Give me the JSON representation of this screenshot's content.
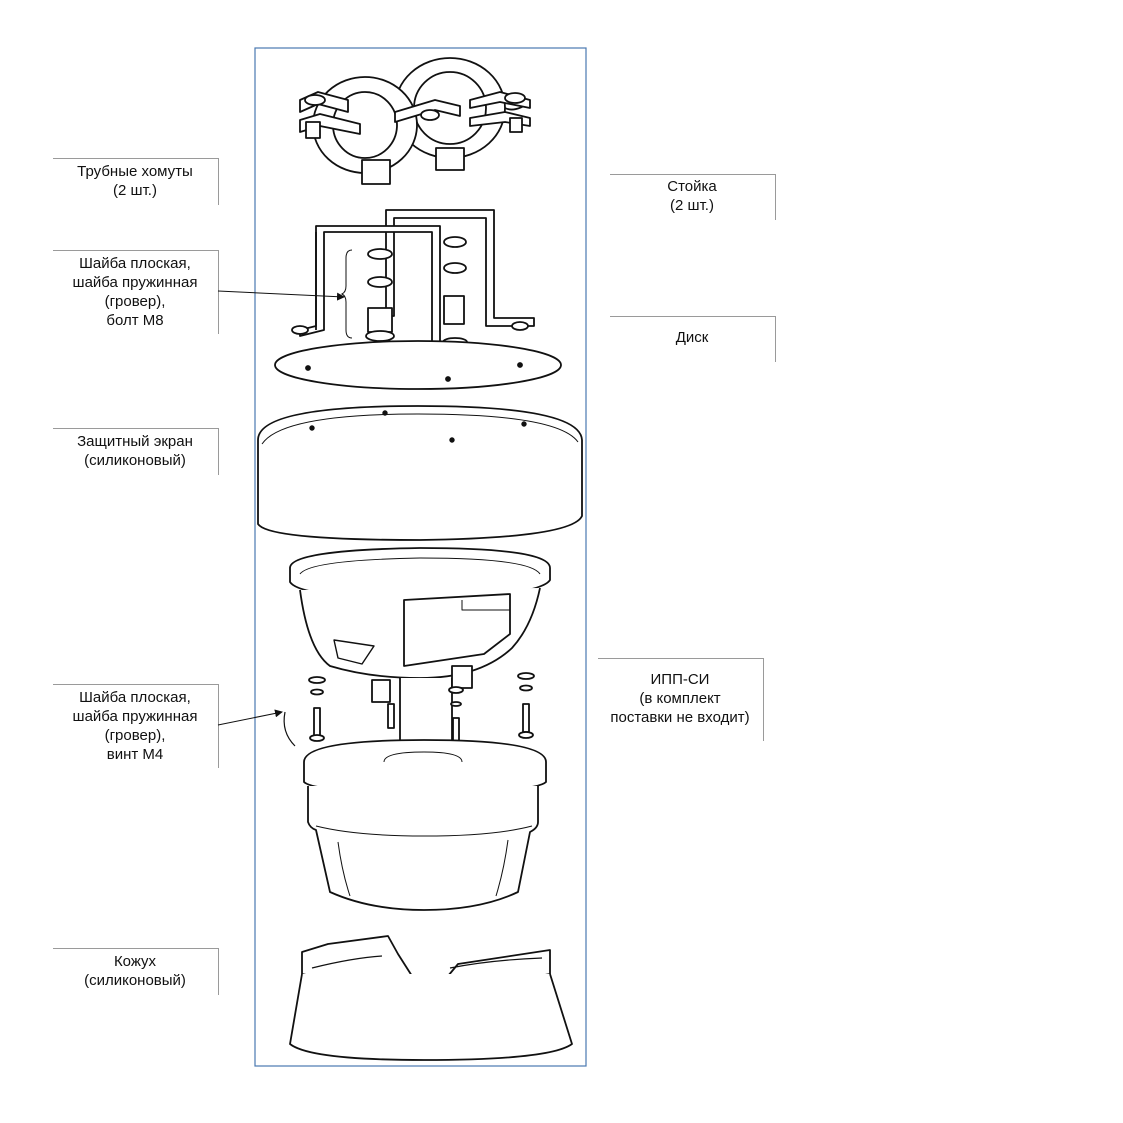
{
  "labels": {
    "pipe_clamps": {
      "line1": "Трубные хомуты",
      "line2": "(2 шт.)"
    },
    "washer_bolt": {
      "line1": "Шайба плоская,",
      "line2": "шайба пружинная",
      "line3": "(гровер),",
      "line4": "болт М8"
    },
    "shield": {
      "line1": "Защитный экран",
      "line2": "(силиконовый)"
    },
    "washer_screw": {
      "line1": "Шайба плоская,",
      "line2": "шайба пружинная",
      "line3": "(гровер),",
      "line4": "винт М4"
    },
    "cover": {
      "line1": "Кожух",
      "line2": "(силиконовый)"
    },
    "stand": {
      "line1": "Стойка",
      "line2": "(2 шт.)"
    },
    "disk": {
      "line1": "Диск"
    },
    "ipp": {
      "line1": "ИПП-СИ",
      "line2": "(в комплект",
      "line3": "поставки не входит)"
    }
  },
  "colors": {
    "frame": "#4a78b0",
    "line": "#111111",
    "leader": "#9a9a9a"
  }
}
